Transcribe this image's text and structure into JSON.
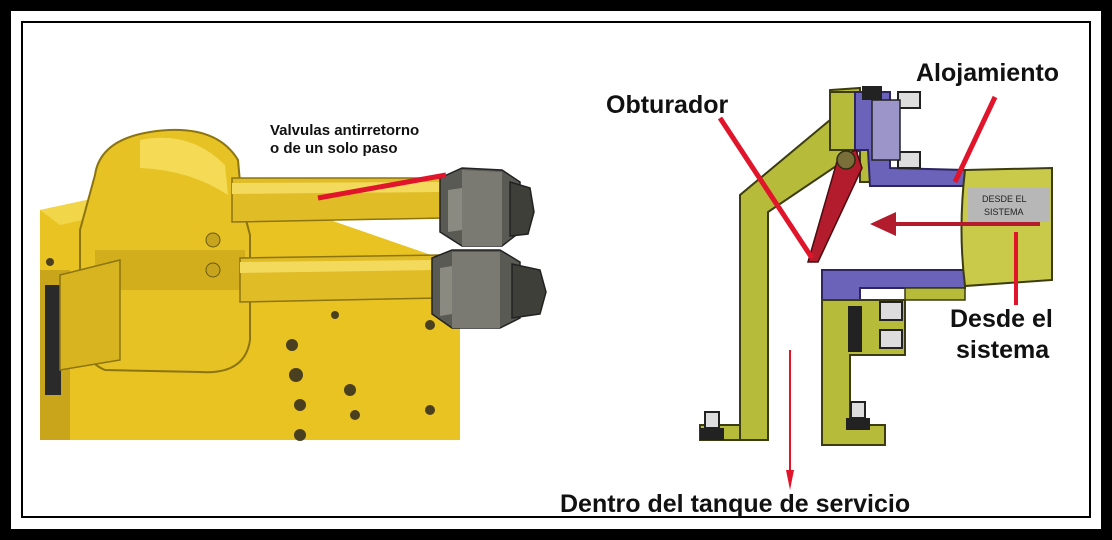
{
  "photo": {
    "label_line1": "Valvulas antirretorno",
    "label_line2": "o de un solo paso"
  },
  "diagram": {
    "obturador_label": "Obturador",
    "alojamiento_label": "Alojamiento",
    "desde_el_sistema_line1": "Desde el",
    "desde_el_sistema_line2": "sistema",
    "pipe_tag_line1": "DESDE EL",
    "pipe_tag_line2": "SISTEMA",
    "tank_label": "Dentro del tanque de servicio"
  },
  "colors": {
    "frame": "#000000",
    "accent_red": "#e0142a",
    "body_yellow": "#e3c22a",
    "olive": "#b6bb3a",
    "seat_blue": "#6b62b9",
    "flap_red": "#b31c2c"
  }
}
